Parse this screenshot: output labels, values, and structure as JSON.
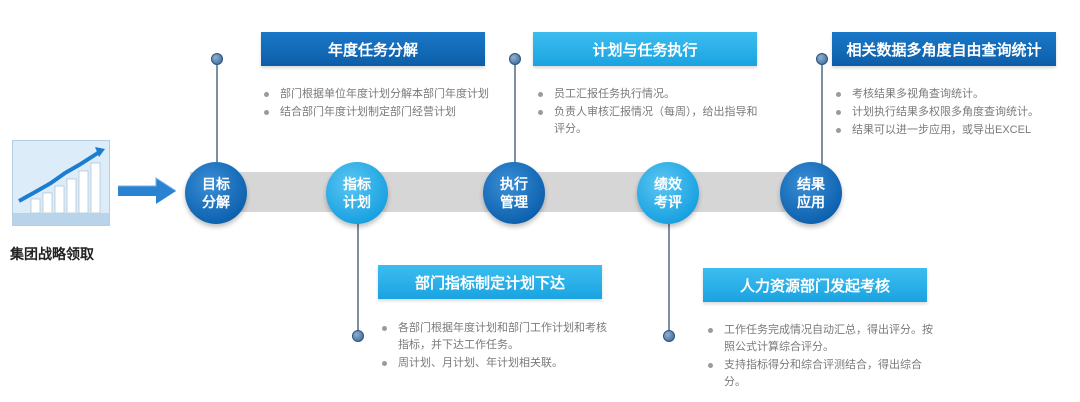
{
  "intro": {
    "label": "集团战略领取"
  },
  "steps": [
    {
      "line1": "目标",
      "line2": "分解"
    },
    {
      "line1": "指标",
      "line2": "计划"
    },
    {
      "line1": "执行",
      "line2": "管理"
    },
    {
      "line1": "绩效",
      "line2": "考评"
    },
    {
      "line1": "结果",
      "line2": "应用"
    }
  ],
  "boxes": [
    {
      "title": "年度任务分解",
      "items": [
        "部门根据单位年度计划分解本部门年度计划",
        "结合部门年度计划制定部门经营计划"
      ]
    },
    {
      "title": "部门指标制定计划下达",
      "items": [
        "各部门根据年度计划和部门工作计划和考核指标，并下达工作任务。",
        "周计划、月计划、年计划相关联。"
      ]
    },
    {
      "title": "计划与任务执行",
      "items": [
        "员工汇报任务执行情况。",
        "负责人审核汇报情况（每周），给出指导和评分。"
      ]
    },
    {
      "title": "人力资源部门发起考核",
      "items": [
        "工作任务完成情况自动汇总，得出评分。按照公式计算综合评分。",
        "支持指标得分和综合评测结合，得出综合分。"
      ]
    },
    {
      "title": "相关数据多角度自由查询统计",
      "items": [
        "考核结果多视角查询统计。",
        "计划执行结果多权限多角度查询统计。",
        "结果可以进一步应用，或导出EXCEL"
      ]
    }
  ],
  "colors": {
    "dark_blue": "#0f63b0",
    "light_blue": "#1ba3e2",
    "bar_gray": "#d6d6d6"
  }
}
